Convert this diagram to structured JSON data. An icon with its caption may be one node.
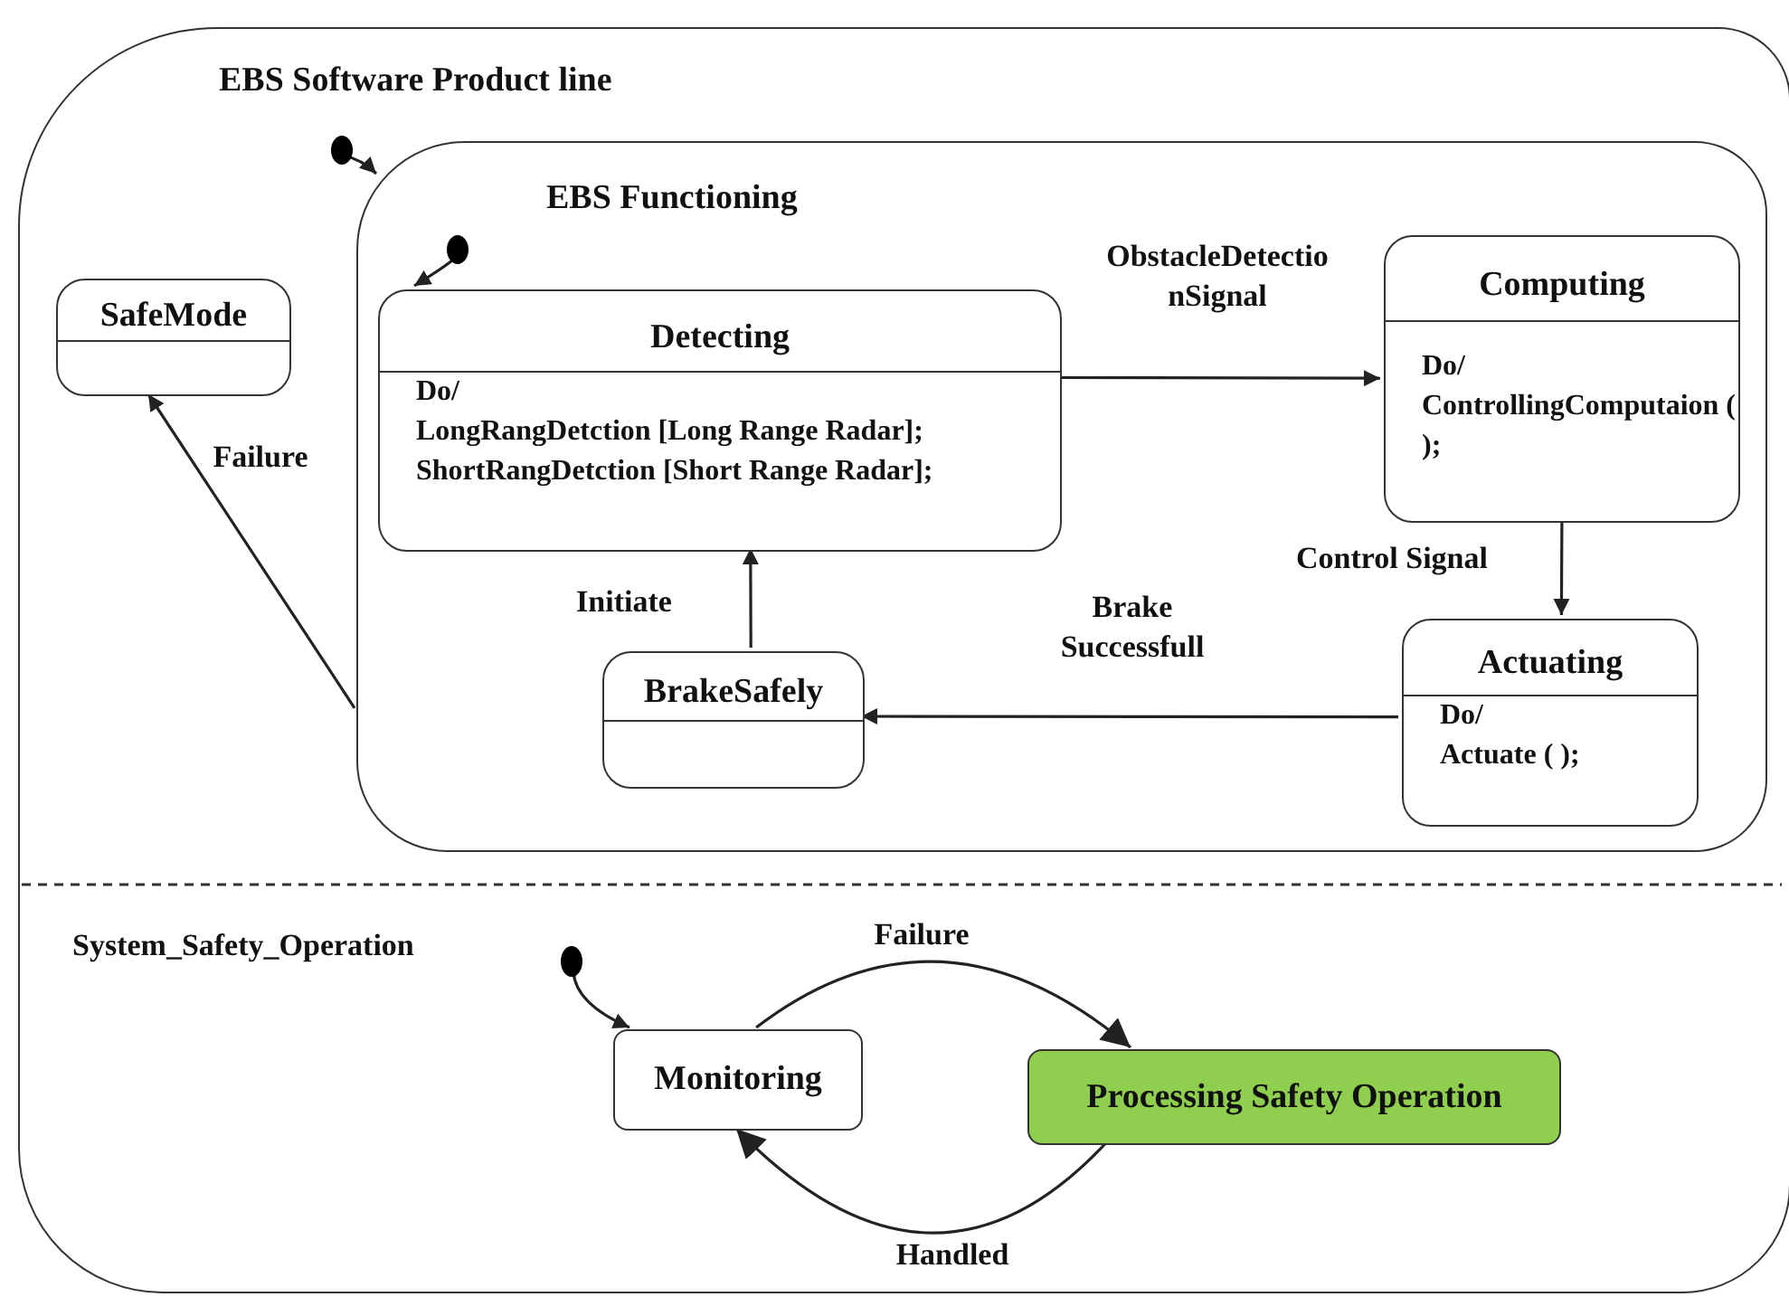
{
  "diagram": {
    "nodes": [
      {
        "text": [
          "EBS Software Product line"
        ]
      },
      {
        "text": [],
        "shape": "circle",
        "in": 0
      },
      {
        "text": [
          "EBS Functioning"
        ],
        "in": 0
      },
      {
        "text": [
          "SafeMode"
        ],
        "in": 0
      },
      {
        "text": [],
        "shape": "circle",
        "in": 2
      },
      {
        "text": [
          "Detecting",
          "Do/",
          "LongRangDetction [Long Range Radar];",
          "ShortRangDetction [Short Range Radar];"
        ],
        "in": 2
      },
      {
        "text": [
          "Computing",
          "Do/",
          "ControllingComputaion ( );"
        ],
        "in": 2
      },
      {
        "text": [
          "Actuating",
          "Do/",
          "Actuate ( );"
        ],
        "in": 2
      },
      {
        "text": [
          "BrakeSafely"
        ],
        "in": 2
      },
      {
        "text": [],
        "shape": "circle",
        "in": 0
      },
      {
        "text": [
          "Monitoring"
        ],
        "in": 0
      },
      {
        "text": [
          "Processing Safety Operation"
        ],
        "in": 0
      }
    ],
    "edges": [
      {
        "from": 1,
        "to": 2,
        "arrow": "to"
      },
      {
        "from": 2,
        "to": 3,
        "arrow": "to",
        "label": "Failure"
      },
      {
        "from": 4,
        "to": 5,
        "arrow": "to"
      },
      {
        "from": 5,
        "to": 6,
        "arrow": "to",
        "label": "ObstacleDetectionSignal"
      },
      {
        "from": 6,
        "to": 7,
        "arrow": "to",
        "label": "Control Signal"
      },
      {
        "from": 7,
        "to": 8,
        "arrow": "to",
        "label": "Brake Successfull"
      },
      {
        "from": 8,
        "to": 5,
        "arrow": "to",
        "label": "Initiate"
      },
      {
        "from": 9,
        "to": 10,
        "arrow": "to"
      },
      {
        "from": 10,
        "to": 11,
        "arrow": "to",
        "label": "Failure"
      },
      {
        "from": 11,
        "to": 10,
        "arrow": "to",
        "label": "Handled"
      }
    ],
    "labels": [
      "System_Safety_Operation"
    ]
  }
}
